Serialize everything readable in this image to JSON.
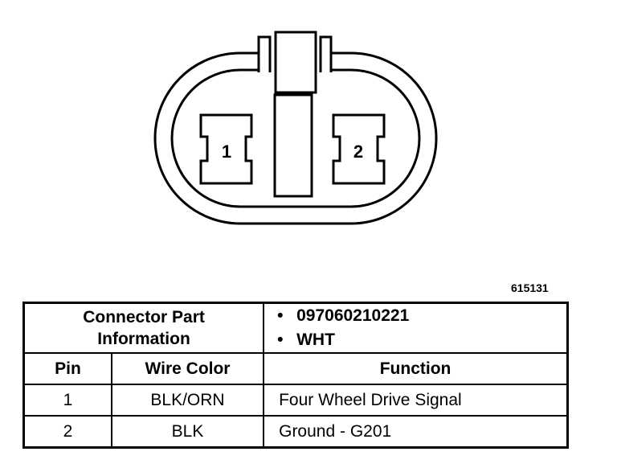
{
  "diagram": {
    "pins": [
      {
        "label": "1"
      },
      {
        "label": "2"
      }
    ],
    "reference_number": "615131"
  },
  "table": {
    "info_label_line1": "Connector Part",
    "info_label_line2": "Information",
    "info_items": [
      "097060210221",
      "WHT"
    ],
    "headers": {
      "pin": "Pin",
      "wire_color": "Wire Color",
      "function": "Function"
    },
    "rows": [
      {
        "pin": "1",
        "wire_color": "BLK/ORN",
        "function": "Four Wheel Drive Signal"
      },
      {
        "pin": "2",
        "wire_color": "BLK",
        "function": "Ground - G201"
      }
    ]
  }
}
